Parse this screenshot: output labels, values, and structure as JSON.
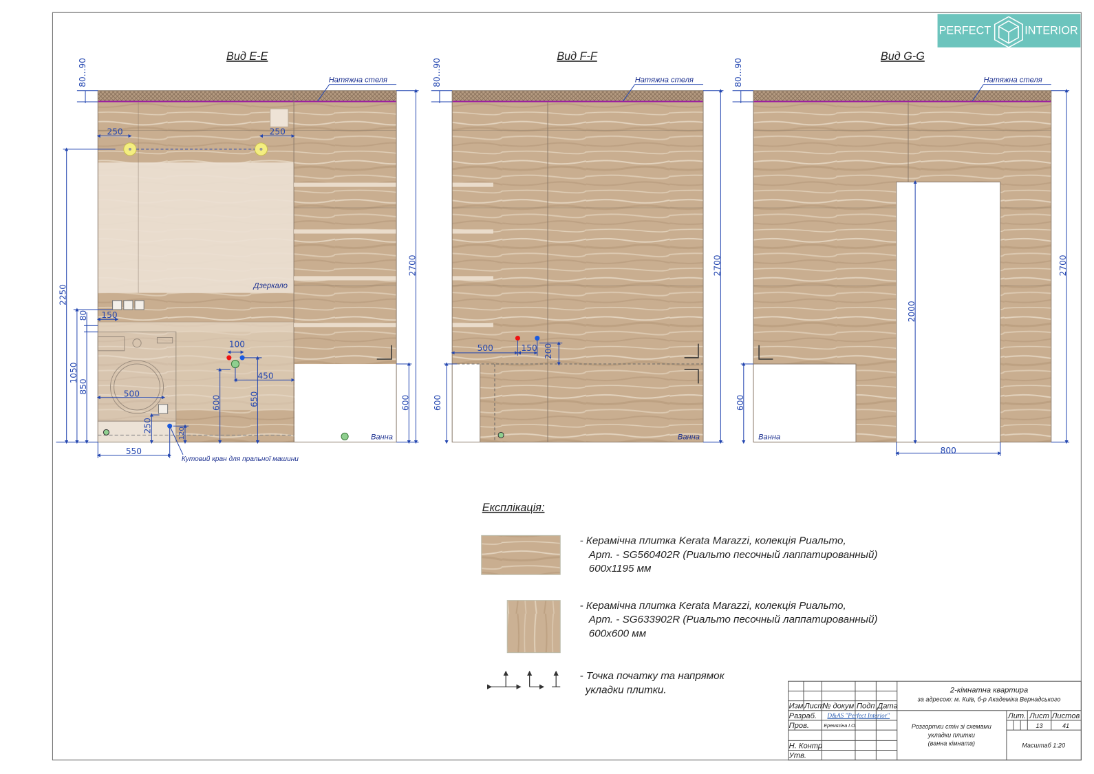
{
  "logo": {
    "left": "PERFECT",
    "right": "INTERIOR",
    "bg": "#6cc4bd"
  },
  "colors": {
    "dimension": "#2346b0",
    "ceiling_line": "#9a1fa0",
    "tile": "#c8ad8f",
    "mirror": "#ece0d2"
  },
  "views": {
    "ee": {
      "title": "Вид E-E",
      "ceiling_label": "Натяжна стеля",
      "mirror_label": "Дзеркало",
      "bath_label": "Ванна",
      "tap_label": "Кутовий кран для пральної машини",
      "dims": [
        "80...90",
        "250",
        "250",
        "2250",
        "80",
        "150",
        "1050",
        "850",
        "100",
        "450",
        "500",
        "600",
        "650",
        "250",
        "120",
        "550",
        "2700",
        "600"
      ]
    },
    "ff": {
      "title": "Вид F-F",
      "ceiling_label": "Натяжна стеля",
      "bath_label": "Ванна",
      "dims": [
        "80...90",
        "2700",
        "500",
        "150",
        "200",
        "600"
      ]
    },
    "gg": {
      "title": "Вид G-G",
      "ceiling_label": "Натяжна стеля",
      "bath_label": "Ванна",
      "dims": [
        "80...90",
        "2700",
        "2000",
        "600",
        "800"
      ]
    }
  },
  "legend": {
    "title": "Експлікація:",
    "items": [
      {
        "lines": [
          "- Керамічна плитка Kerata Marazzi, колекція Риальто,",
          "Арт. - SG560402R (Риальто песочный лаппатированный)",
          "600x1195 мм"
        ]
      },
      {
        "lines": [
          "- Керамічна плитка Kerata Marazzi, колекція Риальто,",
          "Арт. - SG633902R (Риальто песочный лаппатированный)",
          "600x600 мм"
        ]
      },
      {
        "lines": [
          "- Точка початку та напрямок",
          "укладки плитки."
        ]
      }
    ]
  },
  "title_block": {
    "headers": [
      "Изм",
      "Лист",
      "№ докум",
      "Подп",
      "Дата"
    ],
    "rows": [
      {
        "role": "Разраб.",
        "name": "D&AS \"Perfect Interior\""
      },
      {
        "role": "Пров.",
        "name": "Еремязіна І.О."
      },
      {
        "role": "Н. Контр",
        "name": ""
      },
      {
        "role": "Утв.",
        "name": ""
      }
    ],
    "project": "2-кімнатна квартира",
    "address": "за адресою: м. Київ, б-р Академіка Вернадського",
    "sheet_title": [
      "Розгортки стін зі схемами",
      "укладки плитки",
      "(ванна кімната)"
    ],
    "lit_label": "Лит.",
    "sheet_label": "Лист",
    "sheets_label": "Листов",
    "sheet": "13",
    "sheets": "41",
    "scale": "Масштаб 1:20"
  }
}
